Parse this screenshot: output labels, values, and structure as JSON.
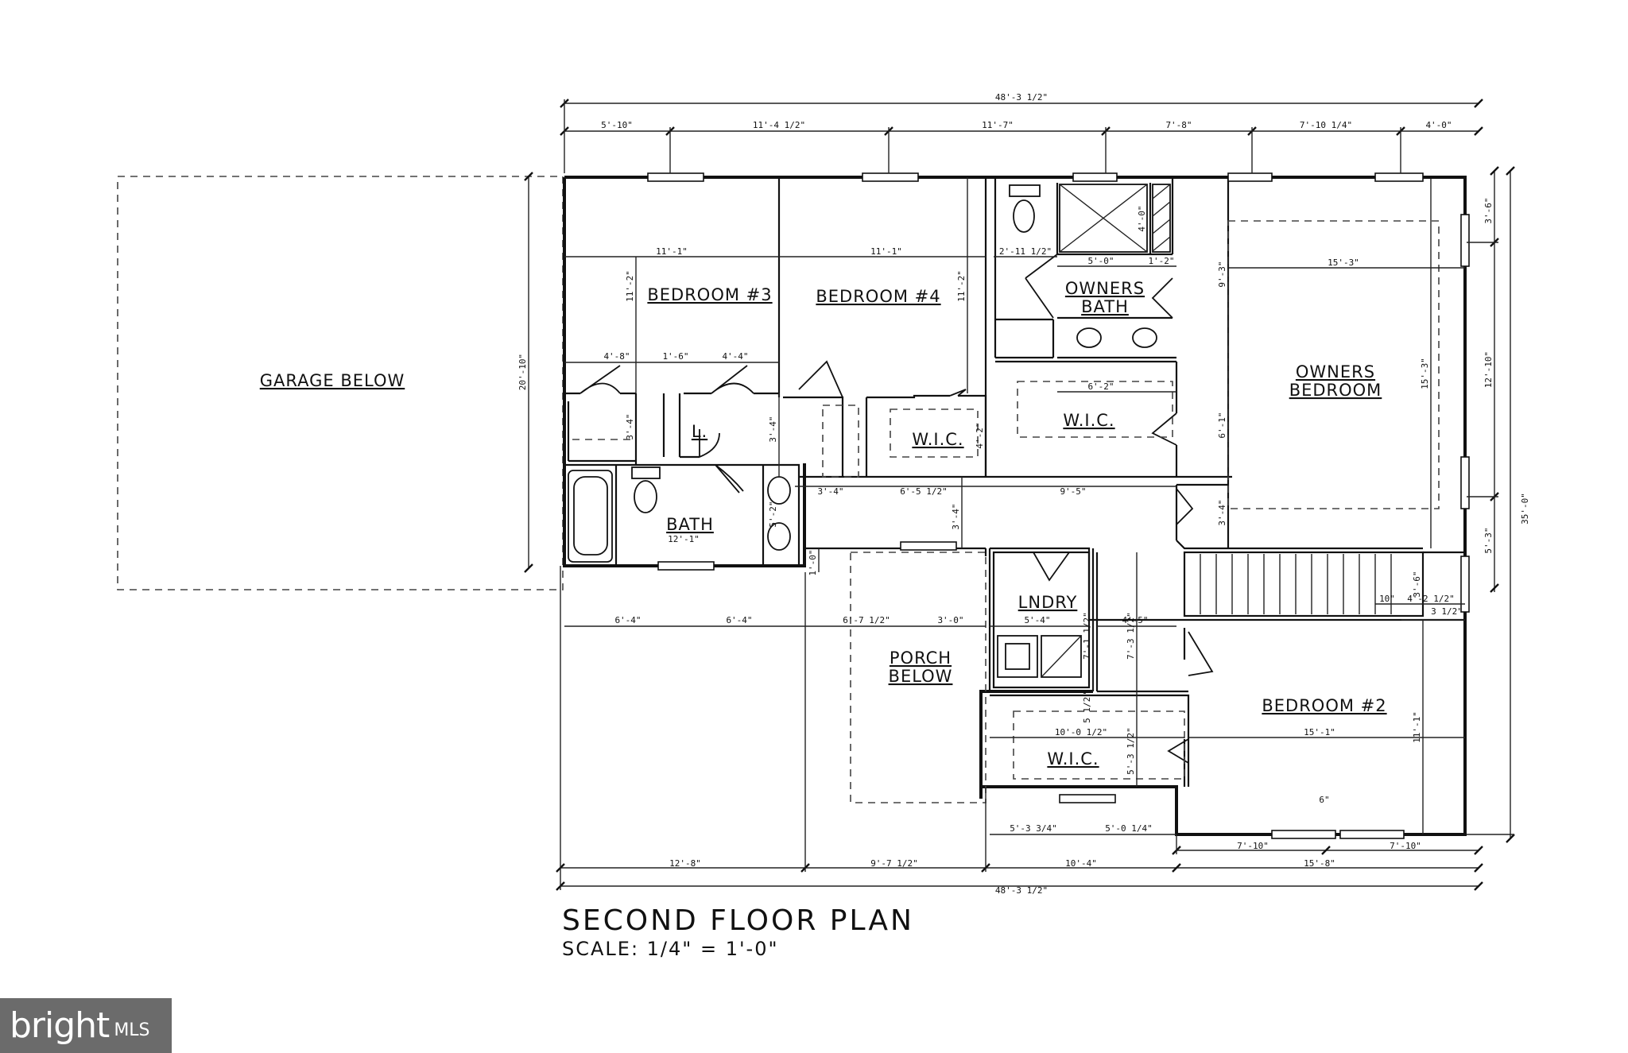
{
  "rooms": {
    "garage": "GARAGE BELOW",
    "bedroom3": "BEDROOM #3",
    "bedroom4": "BEDROOM #4",
    "owners_bath_1": "OWNERS",
    "owners_bath_2": "BATH",
    "owners_bedroom_1": "OWNERS",
    "owners_bedroom_2": "BEDROOM",
    "wic_a": "W.I.C.",
    "wic_b": "W.I.C.",
    "wic_c": "W.I.C.",
    "linen": "L.",
    "bath": "BATH",
    "laundry": "LNDRY",
    "porch_1": "PORCH",
    "porch_2": "BELOW",
    "bedroom2": "BEDROOM #2"
  },
  "dimensions": {
    "overall_top": "48'-3 1/2\"",
    "top_1": "5'-10\"",
    "top_2": "11'-4 1/2\"",
    "top_3": "11'-7\"",
    "top_4": "7'-8\"",
    "top_5": "7'-10 1/4\"",
    "top_6": "4'-0\"",
    "overall_bottom": "48'-3 1/2\"",
    "bottom_1": "12'-8\"",
    "bottom_2": "9'-7 1/2\"",
    "bottom_3": "10'-4\"",
    "bottom_4": "7'-10\"",
    "bottom_5": "15'-8\"",
    "bottom_6": "7'-10\"",
    "right_overall": "35'-0\"",
    "right_1": "3'-6\"",
    "right_2": "12'-10\"",
    "right_3": "5'-3\"",
    "left_overall": "20'-10\"",
    "br3_width": "11'-1\"",
    "br3_height": "11'-2\"",
    "br4_width": "11'-1\"",
    "br4_height": "11'-2\"",
    "hall_1": "4'-8\"",
    "hall_2": "1'-6\"",
    "hall_3": "4'-4\"",
    "closet_1": "3'-4\"",
    "closet_2": "3'-4\"",
    "wic_a_h": "4'-2\"",
    "bath_w": "12'-1\"",
    "bath_h": "5'-2\"",
    "hall_4": "3'-4\"",
    "hall_5": "6'-5 1/2\"",
    "hall_6": "9'-5\"",
    "hall_7": "3'-4\"",
    "ob_1": "2'-11 1/2\"",
    "ob_2": "5'-0\"",
    "ob_3": "4'-0\"",
    "ob_4": "1'-2\"",
    "wic_b_w": "6'-2\"",
    "wic_b_h": "6'-1\"",
    "obr_w": "15'-3\"",
    "obr_h": "15'-3\"",
    "obr_3": "9'-3\"",
    "obr_4": "3'-4\"",
    "stair_1": "10\"",
    "stair_2": "4'-2 1/2\"",
    "stair_3": "3'-6\"",
    "stair_4": "3 1/2\"",
    "mid_1": "6'-4\"",
    "mid_2": "6'-4\"",
    "mid_3": "6'-7 1/2\"",
    "mid_4": "3'-0\"",
    "mid_5": "1'-0\"",
    "lndry_1": "5'-4\"",
    "lndry_2": "7'-3 1/2\"",
    "lndry_3": "4'-5\"",
    "lndry_4": "7'-1 1/2\"",
    "lndry_5": "5 1/2\"",
    "wic_c_w": "10'-0 1/2\"",
    "wic_c_h": "5'-3 1/2\"",
    "br2_w": "15'-1\"",
    "br2_h": "11'-1\"",
    "br2_win": "6\"",
    "wic_c_b1": "5'-3 3/4\"",
    "wic_c_b2": "5'-0 1/4\""
  },
  "title": "SECOND FLOOR PLAN",
  "scale": "SCALE: 1/4\" = 1'-0\"",
  "logo": {
    "brand": "bright",
    "suffix": "MLS"
  }
}
